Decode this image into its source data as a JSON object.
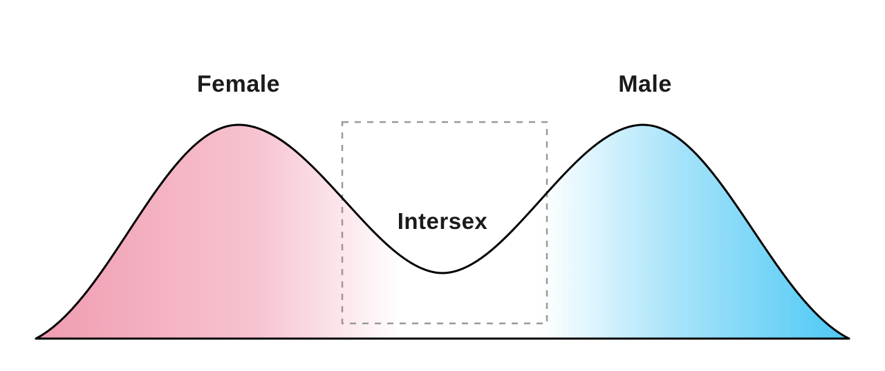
{
  "figure": {
    "labels": {
      "female": "Female",
      "male": "Male",
      "intersex": "Intersex"
    },
    "colors": {
      "female_fill_strong": "#F09CB0",
      "female_fill_soft": "#F7C3D0",
      "neutral_fill": "#FFFFFF",
      "male_fill_soft": "#A6E3FA",
      "male_fill_strong": "#4CC8F4",
      "curve_outline": "#000000",
      "dashed_box": "#999999",
      "text": "#1B1B1B"
    }
  }
}
